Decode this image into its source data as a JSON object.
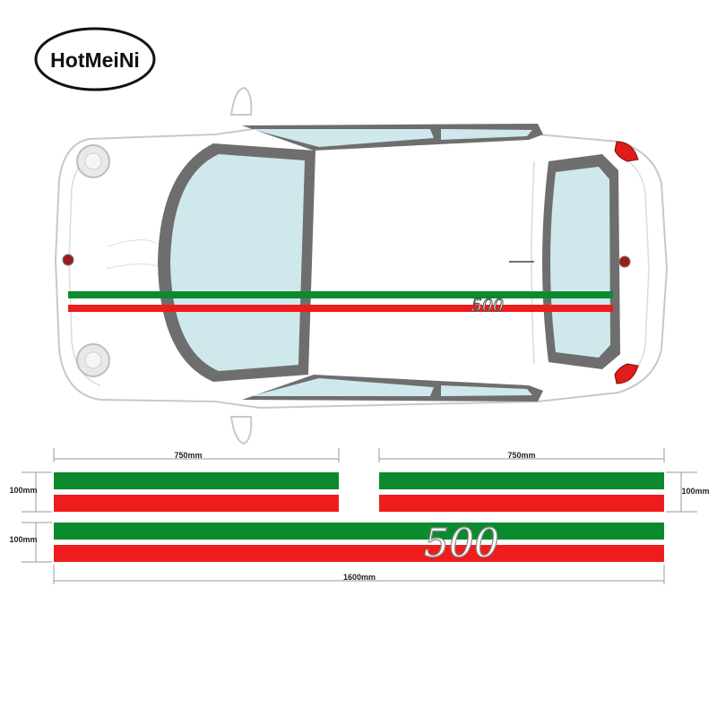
{
  "brand": {
    "logo_text": "HotMeiNi"
  },
  "badge": {
    "text": "500"
  },
  "colors": {
    "green": "#0b8a2e",
    "red": "#ee1c1c",
    "glass": "#cfe8ec",
    "trim": "#6e6e6e",
    "body_outline": "#c8c8c8"
  },
  "dimensions": {
    "top_left_width": "750mm",
    "top_right_width": "750mm",
    "top_left_height": "100mm",
    "top_right_height": "100mm",
    "bottom_height": "100mm",
    "bottom_width": "1600mm"
  }
}
